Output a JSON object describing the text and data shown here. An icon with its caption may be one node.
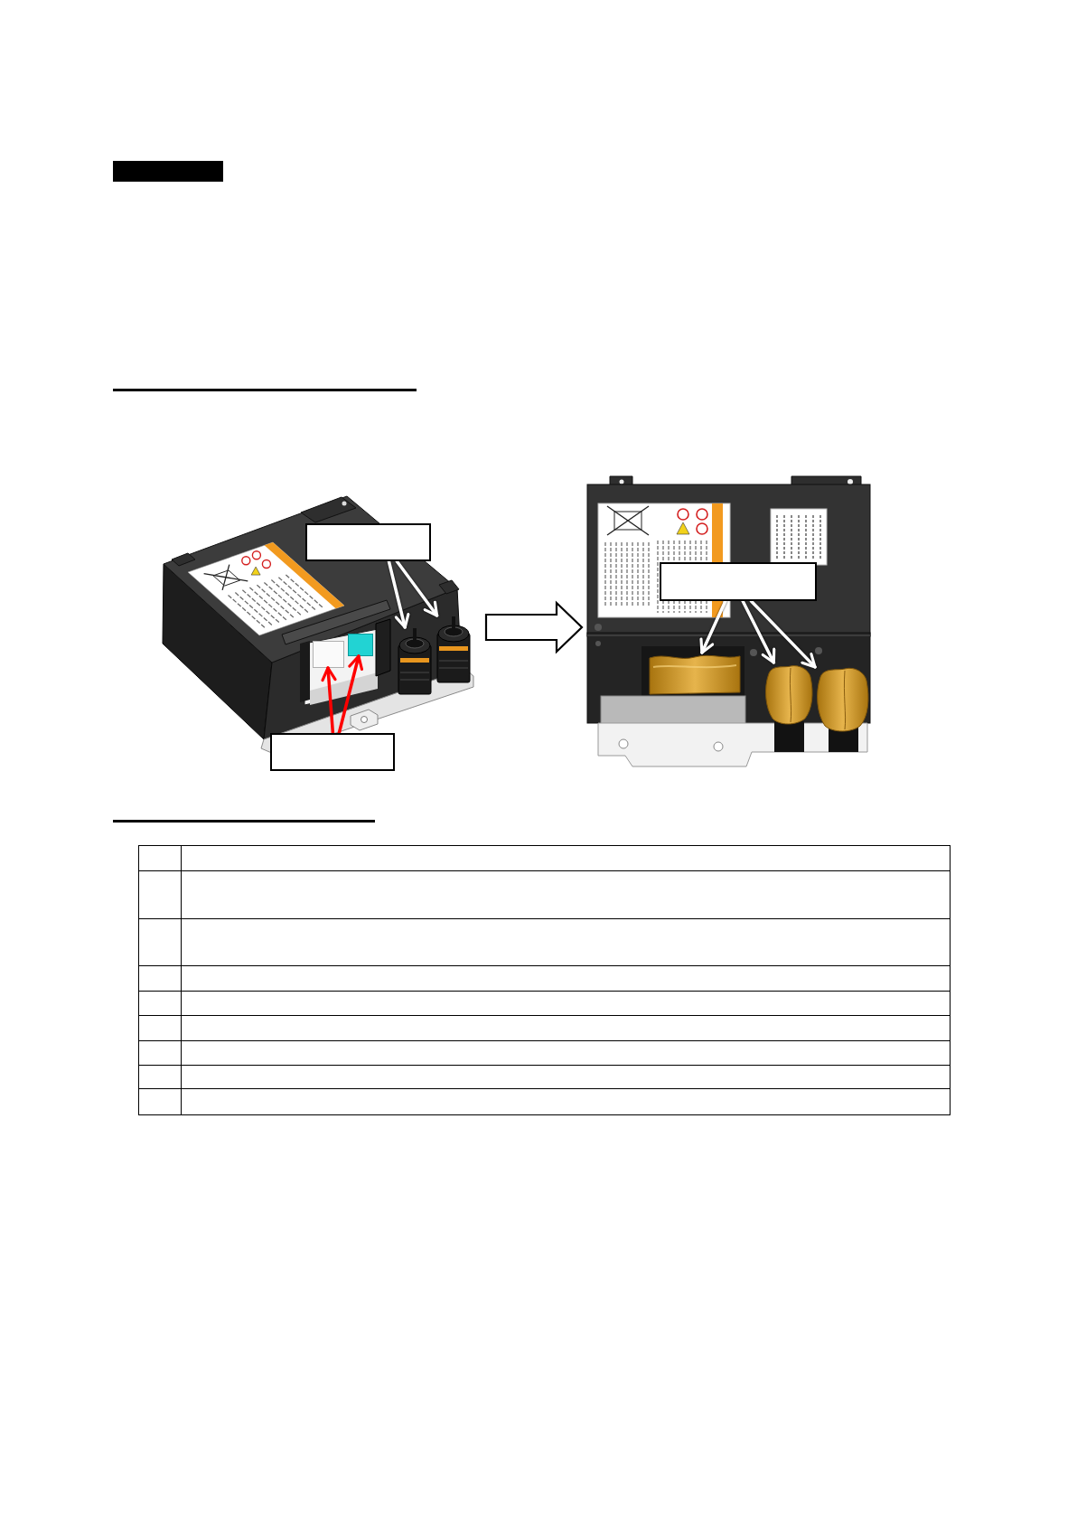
{
  "diagram": {
    "nodes": [
      {
        "text": [],
        "shape": "picture"
      },
      {
        "text": [],
        "shape": "box",
        "in": 0
      },
      {
        "text": [],
        "shape": "picture"
      },
      {
        "text": [],
        "shape": "picture"
      },
      {
        "text": [],
        "shape": "box",
        "in": 0
      },
      {
        "text": [],
        "shape": "box",
        "in": 0
      },
      {
        "text": [],
        "shape": "box"
      },
      {
        "text": [],
        "shape": "picture"
      },
      {
        "text": [],
        "shape": "box",
        "in": 7
      },
      {
        "text": [],
        "shape": "picture"
      },
      {
        "text": [],
        "shape": "picture"
      },
      {
        "text": [],
        "shape": "picture"
      }
    ],
    "edges": [
      {
        "from": 1,
        "to": 2,
        "arrow": "to"
      },
      {
        "from": 1,
        "to": 3,
        "arrow": "to"
      },
      {
        "from": 6,
        "to": 4,
        "arrow": "to",
        "color": "#ff0000"
      },
      {
        "from": 6,
        "to": 5,
        "arrow": "to",
        "color": "#ff0000"
      },
      {
        "from": 0,
        "to": 7,
        "arrow": "to",
        "style": "thick",
        "color": "#000000"
      },
      {
        "from": 8,
        "to": 9,
        "arrow": "to"
      },
      {
        "from": 8,
        "to": 10,
        "arrow": "to"
      },
      {
        "from": 8,
        "to": 11,
        "arrow": "to"
      }
    ]
  }
}
